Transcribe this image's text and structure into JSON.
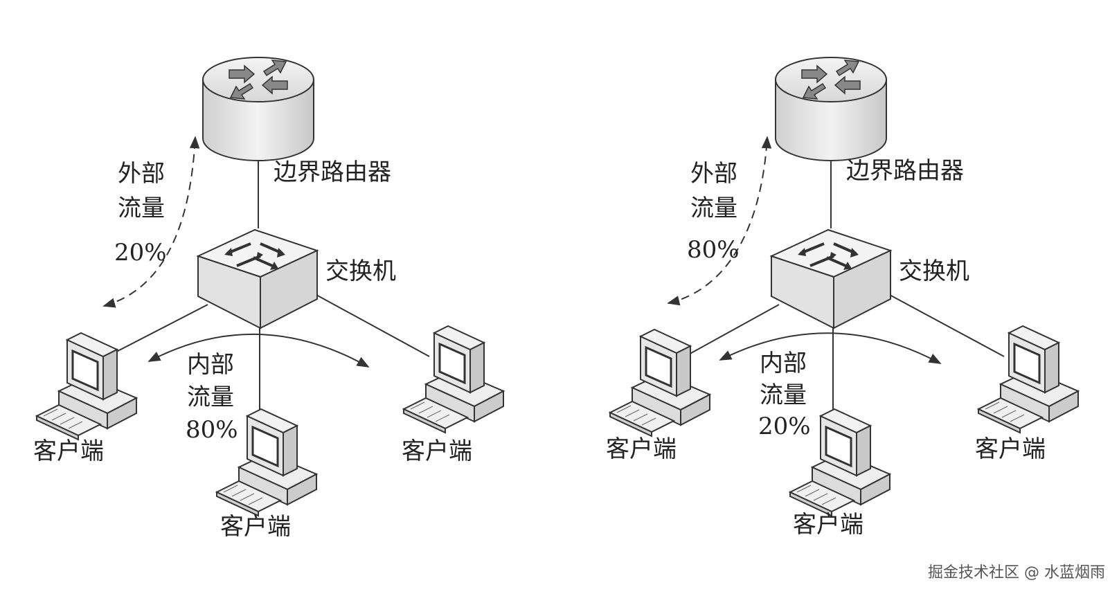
{
  "diagrams": [
    {
      "router_label": "边界路由器",
      "switch_label": "交换机",
      "external_label_1": "外部",
      "external_label_2": "流量",
      "external_percent": "20%",
      "internal_label_1": "内部",
      "internal_label_2": "流量",
      "internal_percent": "80%",
      "client_left": "客户端",
      "client_middle": "客户端",
      "client_right": "客户端"
    },
    {
      "router_label": "边界路由器",
      "switch_label": "交换机",
      "external_label_1": "外部",
      "external_label_2": "流量",
      "external_percent": "80%",
      "internal_label_1": "内部",
      "internal_label_2": "流量",
      "internal_percent": "20%",
      "client_left": "客户端",
      "client_middle": "客户端",
      "client_right": "客户端"
    }
  ],
  "watermark": "掘金技术社区 @ 水蓝烟雨"
}
